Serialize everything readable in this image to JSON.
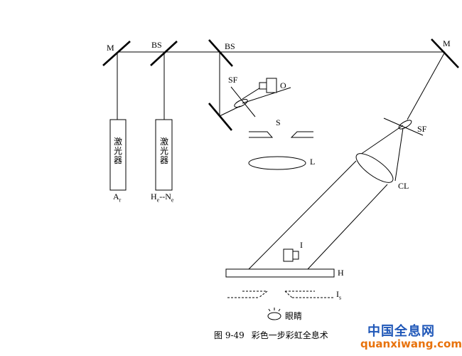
{
  "labels": {
    "mirror_left": "M",
    "bs_first": "BS",
    "bs_second": "BS",
    "mirror_right": "M",
    "sf_upper": "SF",
    "object": "O",
    "slit": "S",
    "lens": "L",
    "sf_right": "SF",
    "cylindrical_lens": "CL",
    "source_i": "I",
    "hologram": "H",
    "image_is": "I",
    "image_is_sub": "s",
    "eye": "眼睛",
    "laser_text": "激光器",
    "laser_left_main": "A",
    "laser_left_sub": "r",
    "laser_right_part1": "H",
    "laser_right_sub1": "e",
    "laser_right_part2": "--N",
    "laser_right_sub2": "e"
  },
  "caption": {
    "figure_number": "图 9-49",
    "title": "彩色一步彩虹全息术"
  },
  "watermark": {
    "site_cn": "中国全息网",
    "site_url": "quanxiwang.com"
  },
  "colors": {
    "line": "#000000",
    "watermark_cn": "#1f57b8",
    "watermark_url": "#e8720c"
  }
}
